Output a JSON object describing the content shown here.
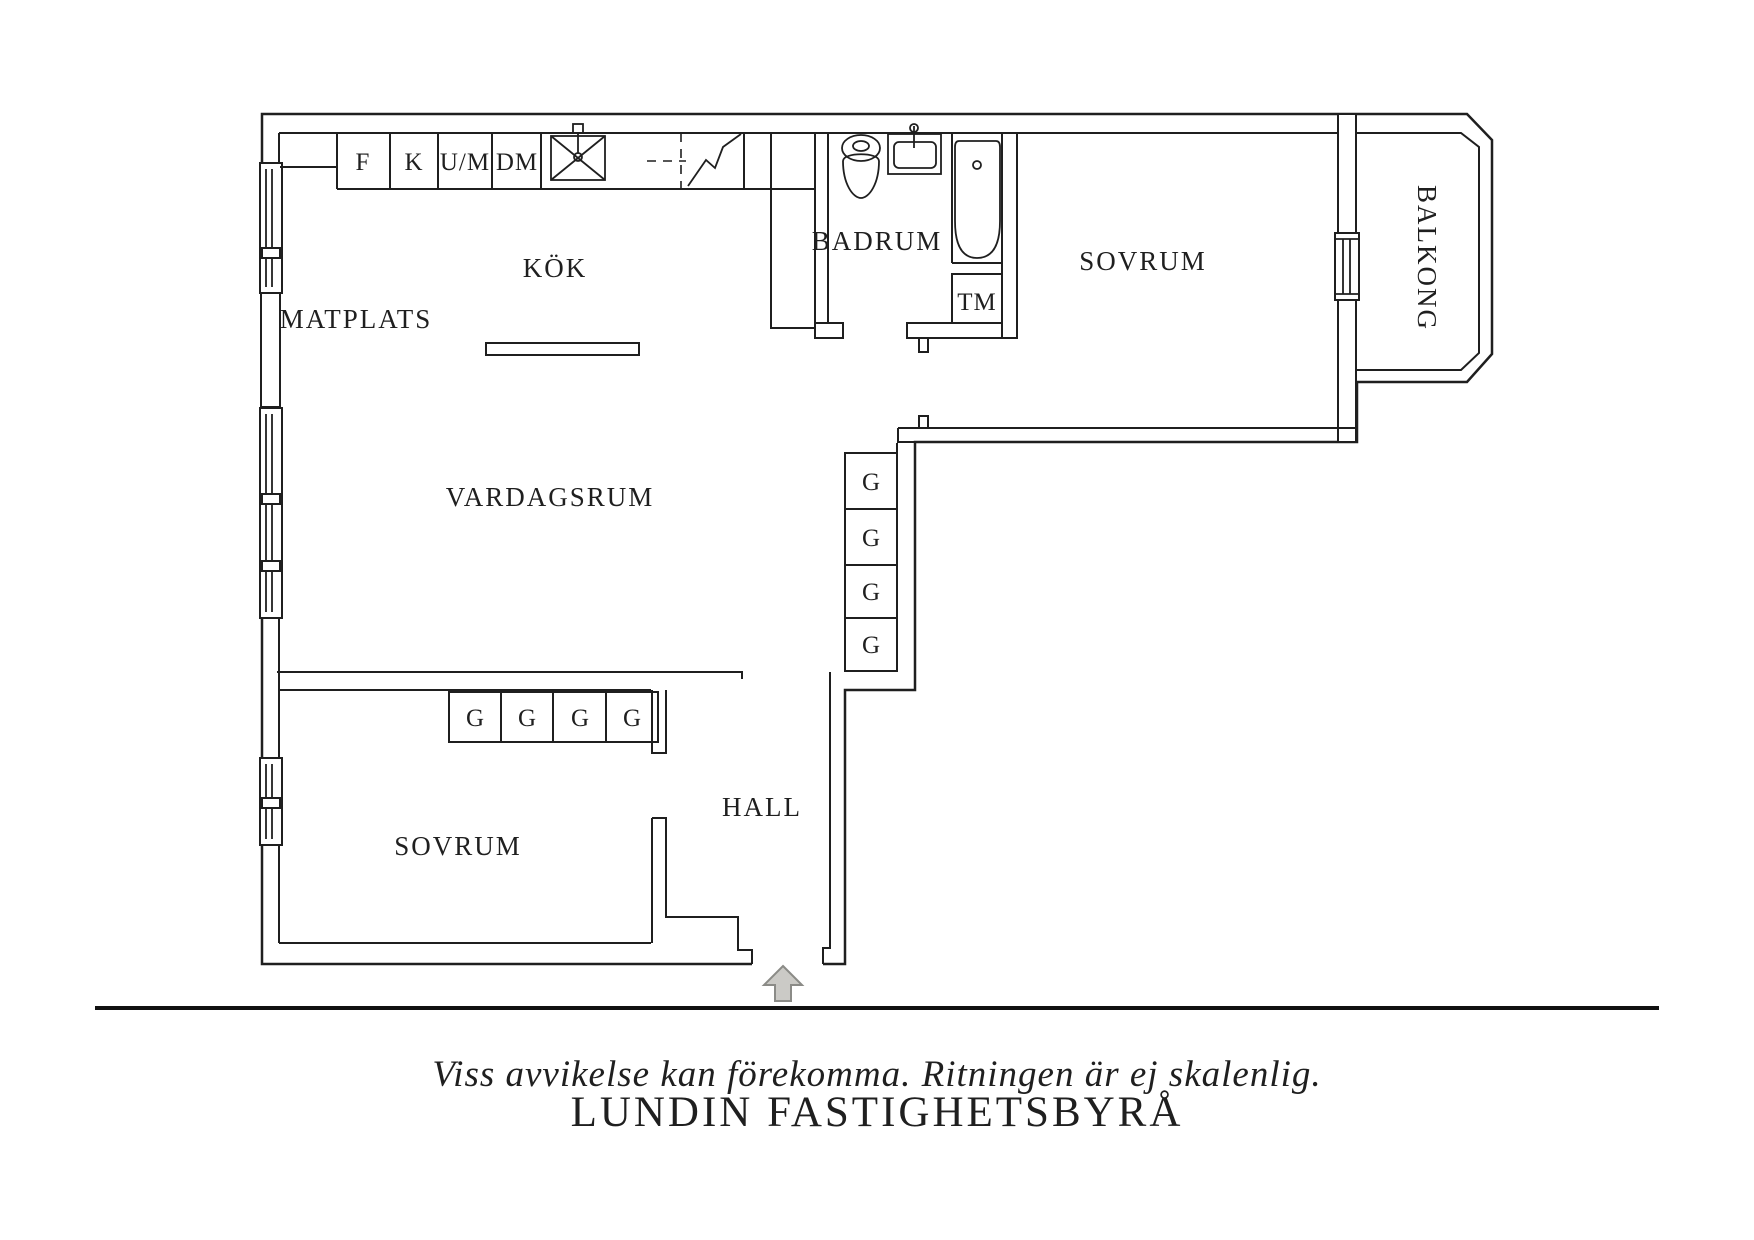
{
  "floorplan": {
    "rooms": {
      "kok": "KÖK",
      "matplats": "MATPLATS",
      "vardagsrum": "VARDAGSRUM",
      "badrum": "BADRUM",
      "sovrum_upper": "SOVRUM",
      "sovrum_lower": "SOVRUM",
      "hall": "HALL",
      "balkong": "BALKONG"
    },
    "appliances": {
      "fridge": "F",
      "freezer": "K",
      "oven_micro": "U/M",
      "dishwasher": "DM",
      "washer": "TM"
    },
    "wardrobe": "G"
  },
  "footer": {
    "disclaimer": "Viss avvikelse kan förekomma. Ritningen är ej skalenlig.",
    "company": "LUNDIN FASTIGHETSBYRÅ"
  },
  "colors": {
    "line": "#1f1f1f",
    "arrow_fill": "#cbcac6",
    "arrow_stroke": "#8b8b87"
  }
}
